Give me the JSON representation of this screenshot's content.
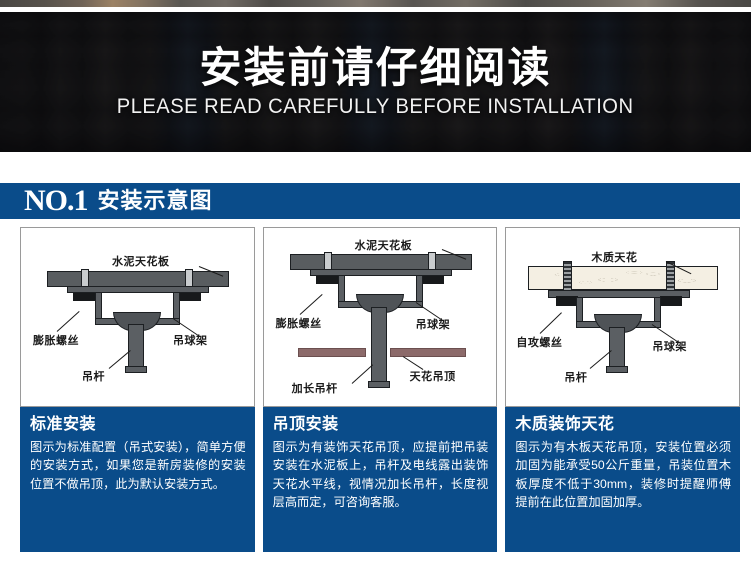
{
  "hero": {
    "title": "安装前请仔细阅读",
    "subtitle": "PLEASE READ CAREFULLY BEFORE INSTALLATION"
  },
  "section": {
    "number": "NO.1",
    "name": "安装示意图",
    "accent_color": "#0a4c8a"
  },
  "panels": [
    {
      "title": "标准安装",
      "desc": "图示为标准配置（吊式安装），简单方便的安装方式，如果您是新房装修的安装位置不做吊顶，此为默认安装方式。",
      "diagram_labels": {
        "ceiling": "水泥天花板",
        "anchor": "膨胀螺丝",
        "bracket": "吊球架",
        "rod": "吊杆"
      }
    },
    {
      "title": "吊顶安装",
      "desc": "图示为有装饰天花吊顶，应提前把吊装安装在水泥板上，吊杆及电线露出装饰天花水平线，视情况加长吊杆，长度视层高而定，可咨询客服。",
      "diagram_labels": {
        "ceiling": "水泥天花板",
        "anchor": "膨胀螺丝",
        "bracket": "吊球架",
        "rod": "加长吊杆",
        "false_ceiling": "天花吊顶"
      }
    },
    {
      "title": "木质装饰天花",
      "desc": "图示为有木板天花吊顶，安装位置必须加固为能承受50公斤重量，吊装位置木板厚度不低于30mm，装修时提醒师傅提前在此位置加固加厚。",
      "diagram_labels": {
        "ceiling": "木质天花",
        "anchor": "自攻螺丝",
        "bracket": "吊球架",
        "rod": "吊杆"
      }
    }
  ]
}
